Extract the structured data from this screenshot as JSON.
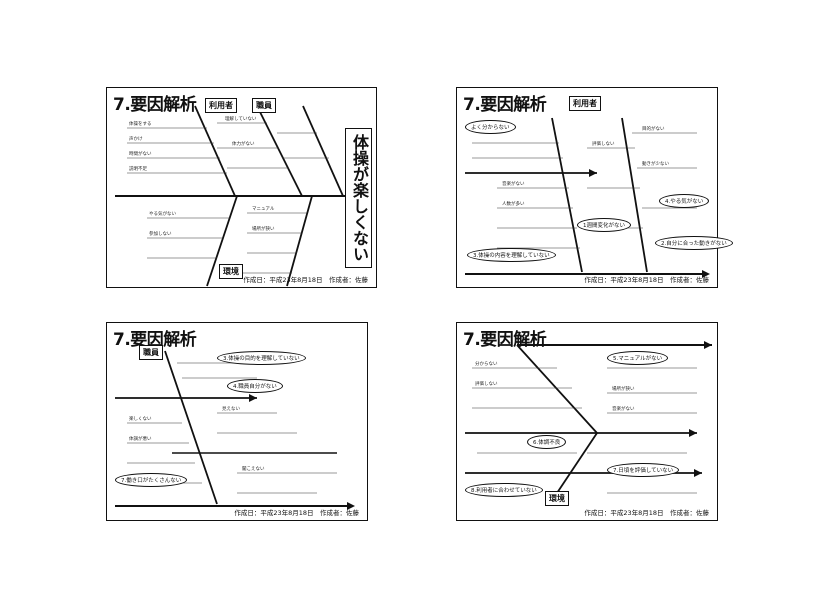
{
  "slides": [
    {
      "title": "7.要因解析",
      "footer": "作成日：平成23年8月18日　作成者：佐藤",
      "effect": "体操が楽しくない",
      "categories": [
        "利用者",
        "職員",
        "環境"
      ],
      "ovals": []
    },
    {
      "title": "7.要因解析",
      "footer": "作成日：平成23年8月18日　作成者：佐藤",
      "categories": [
        "利用者"
      ],
      "ovals": [
        "よく分からない",
        "1週間変化がない",
        "2.自分に合った動きがない",
        "3.体操の内容を理解していない",
        "4.やる気がない"
      ]
    },
    {
      "title": "7.要因解析",
      "footer": "作成日：平成23年8月18日　作成者：佐藤",
      "categories": [
        "職員"
      ],
      "ovals": [
        "3.体操の目的を理解していない",
        "4.職員自分がない",
        "7.働き口がたくさんない"
      ]
    },
    {
      "title": "7.要因解析",
      "footer": "作成日：平成23年8月18日　作成者：佐藤",
      "categories": [
        "環境"
      ],
      "ovals": [
        "5.マニュアルがない",
        "6.体調不良",
        "7.日頃を評価していない",
        "8.利用者に合わせていない"
      ]
    }
  ],
  "annotations": [
    "体操をする",
    "声かけ",
    "時間がない",
    "説明不足",
    "理解していない",
    "体力がない",
    "やる気がない",
    "参加しない",
    "マニュアル",
    "場所が狭い",
    "音楽がない",
    "人数が多い",
    "評価しない",
    "目的がない",
    "動きが少ない",
    "楽しくない",
    "体調が悪い",
    "見えない",
    "聞こえない",
    "分からない"
  ]
}
